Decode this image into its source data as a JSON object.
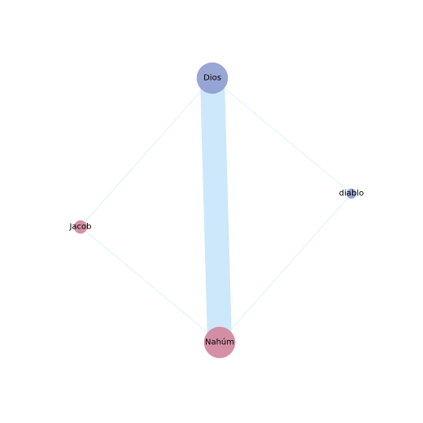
{
  "nodes": [
    {
      "id": "dios",
      "label": "Dios",
      "color": "#8f9ccf"
    },
    {
      "id": "diablo",
      "label": "diablo",
      "color": "#8f9ccf"
    },
    {
      "id": "jacob",
      "label": "Jacob",
      "color": "#d1849b"
    },
    {
      "id": "nahum",
      "label": "Nahúm",
      "color": "#d1849b"
    }
  ],
  "edges": [
    {
      "source": "dios",
      "target": "nahum",
      "weight": "heavy"
    },
    {
      "source": "dios",
      "target": "diablo",
      "weight": "thin"
    },
    {
      "source": "dios",
      "target": "jacob",
      "weight": "thin"
    },
    {
      "source": "nahum",
      "target": "diablo",
      "weight": "thin"
    },
    {
      "source": "nahum",
      "target": "jacob",
      "weight": "thin"
    }
  ],
  "edge_color": "#cde8fb"
}
